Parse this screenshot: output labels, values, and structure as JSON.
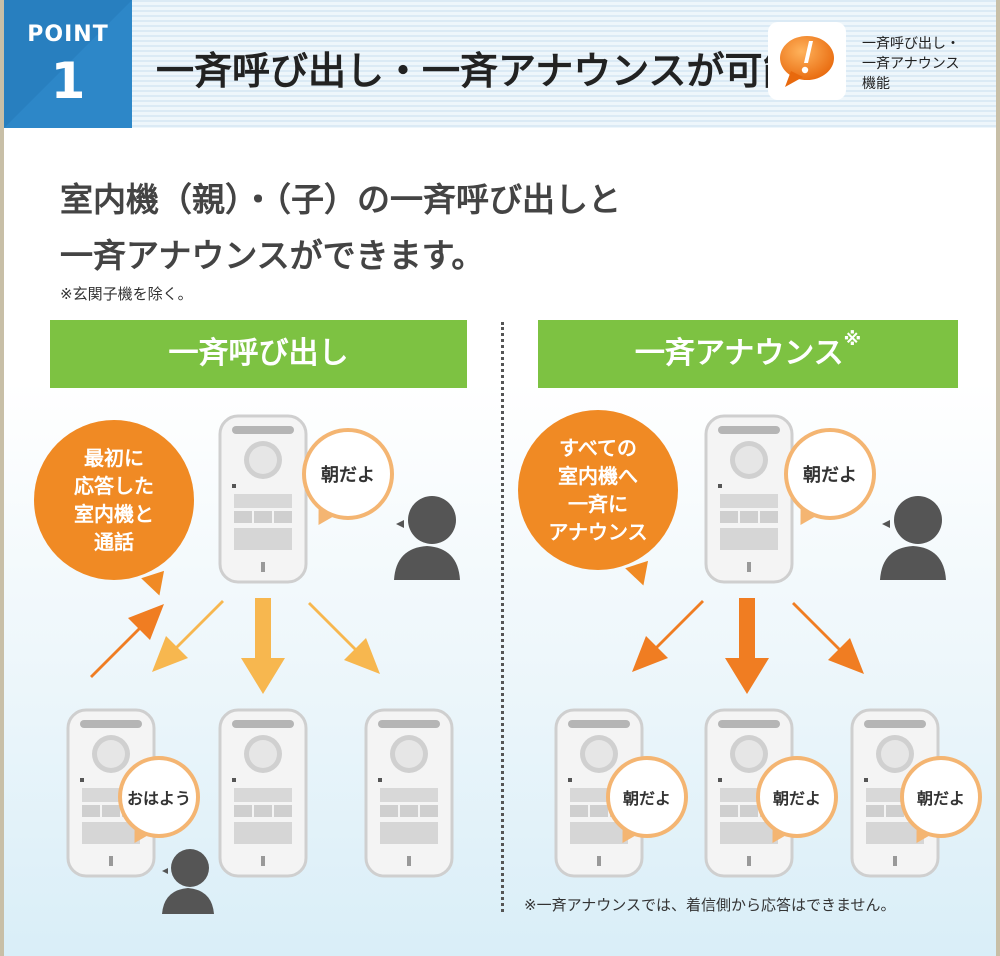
{
  "header": {
    "point_label": "POINT",
    "point_number": "1",
    "title": "一斉呼び出し・一斉アナウンスが可能",
    "feature_icon": "exclamation-speech-icon",
    "feature_lines": [
      "一斉呼び出し・",
      "一斉アナウンス",
      "機能"
    ]
  },
  "lead": {
    "line1": "室内機（親）・（子）の一斉呼び出しと",
    "line2": "一斉アナウンスができます。",
    "note": "※玄関子機を除く。"
  },
  "left_section": {
    "title": "一斉呼び出し",
    "callout": [
      "最初に",
      "応答した",
      "室内機と",
      "通話"
    ],
    "speaker_bubble": "朝だよ",
    "reply_bubble": "おはよう"
  },
  "right_section": {
    "title": "一斉アナウンス",
    "title_mark": "※",
    "callout": [
      "すべての",
      "室内機へ",
      "一斉に",
      "アナウンス"
    ],
    "speaker_bubble": "朝だよ",
    "unit_bubbles": [
      "朝だよ",
      "朝だよ",
      "朝だよ"
    ],
    "note": "※一斉アナウンスでは、着信側から応答はできません。"
  },
  "colors": {
    "point_blue": "#2d87c8",
    "section_green": "#7dc242",
    "callout_orange": "#f08a24",
    "arrow_light_orange": "#f7b74f",
    "arrow_dark_orange": "#f07d22",
    "bubble_border": "#f4b572",
    "person_gray": "#555555"
  }
}
